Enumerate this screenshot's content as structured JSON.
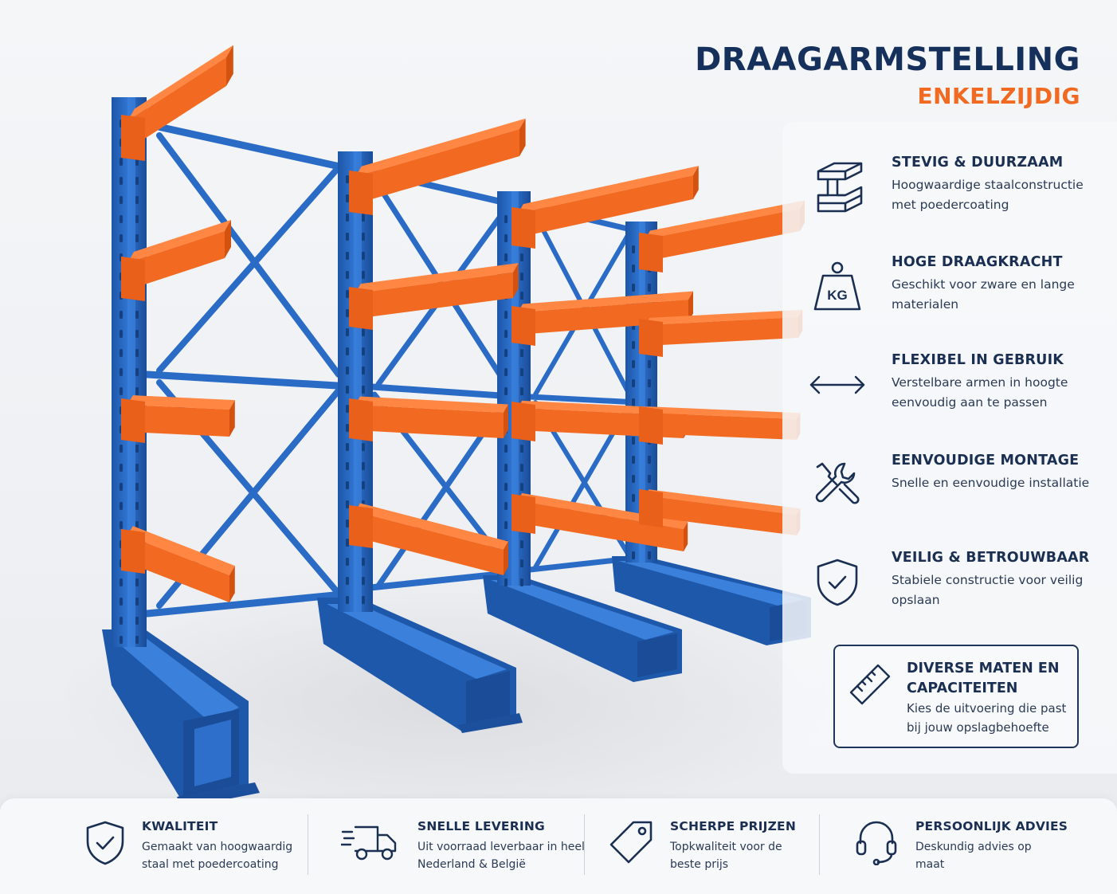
{
  "header": {
    "title": "DRAAGARMSTELLING",
    "subtitle": "ENKELZIJDIG"
  },
  "colors": {
    "navy": "#14305b",
    "accent_orange": "#f26a21",
    "rack_blue": "#2466c2",
    "arm_orange": "#f36b22"
  },
  "features": [
    {
      "icon": "steel-beam-icon",
      "title": "STEVIG & DUURZAAM",
      "description": "Hoogwaardige staalconstructie met poedercoating"
    },
    {
      "icon": "weight-kg-icon",
      "title": "HOGE DRAAGKRACHT",
      "icon_text": "KG",
      "description": "Geschikt voor zware en lange materialen"
    },
    {
      "icon": "double-arrow-icon",
      "title": "FLEXIBEL IN GEBRUIK",
      "description": "Verstelbare armen in hoogte eenvoudig aan te passen"
    },
    {
      "icon": "tools-icon",
      "title": "EENVOUDIGE MONTAGE",
      "description": "Snelle en eenvoudige installatie"
    },
    {
      "icon": "shield-check-icon",
      "title": "VEILIG & BETROUWBAAR",
      "description": "Stabiele constructie voor veilig opslaan"
    }
  ],
  "highlight": {
    "icon": "ruler-icon",
    "title": "DIVERSE MATEN EN CAPACITEITEN",
    "description": "Kies de uitvoering die past bij jouw opslagbehoefte"
  },
  "usps": [
    {
      "icon": "shield-check-icon",
      "title": "KWALITEIT",
      "description": "Gemaakt van hoogwaardig staal met poedercoating"
    },
    {
      "icon": "delivery-truck-icon",
      "title": "SNELLE LEVERING",
      "description": "Uit voorraad leverbaar in heel Nederland & België"
    },
    {
      "icon": "price-tag-icon",
      "title": "SCHERPE PRIJZEN",
      "description": "Topkwaliteit voor de beste prijs"
    },
    {
      "icon": "headset-icon",
      "title": "PERSOONLIJK ADVIES",
      "description": "Deskundig advies op maat"
    }
  ]
}
